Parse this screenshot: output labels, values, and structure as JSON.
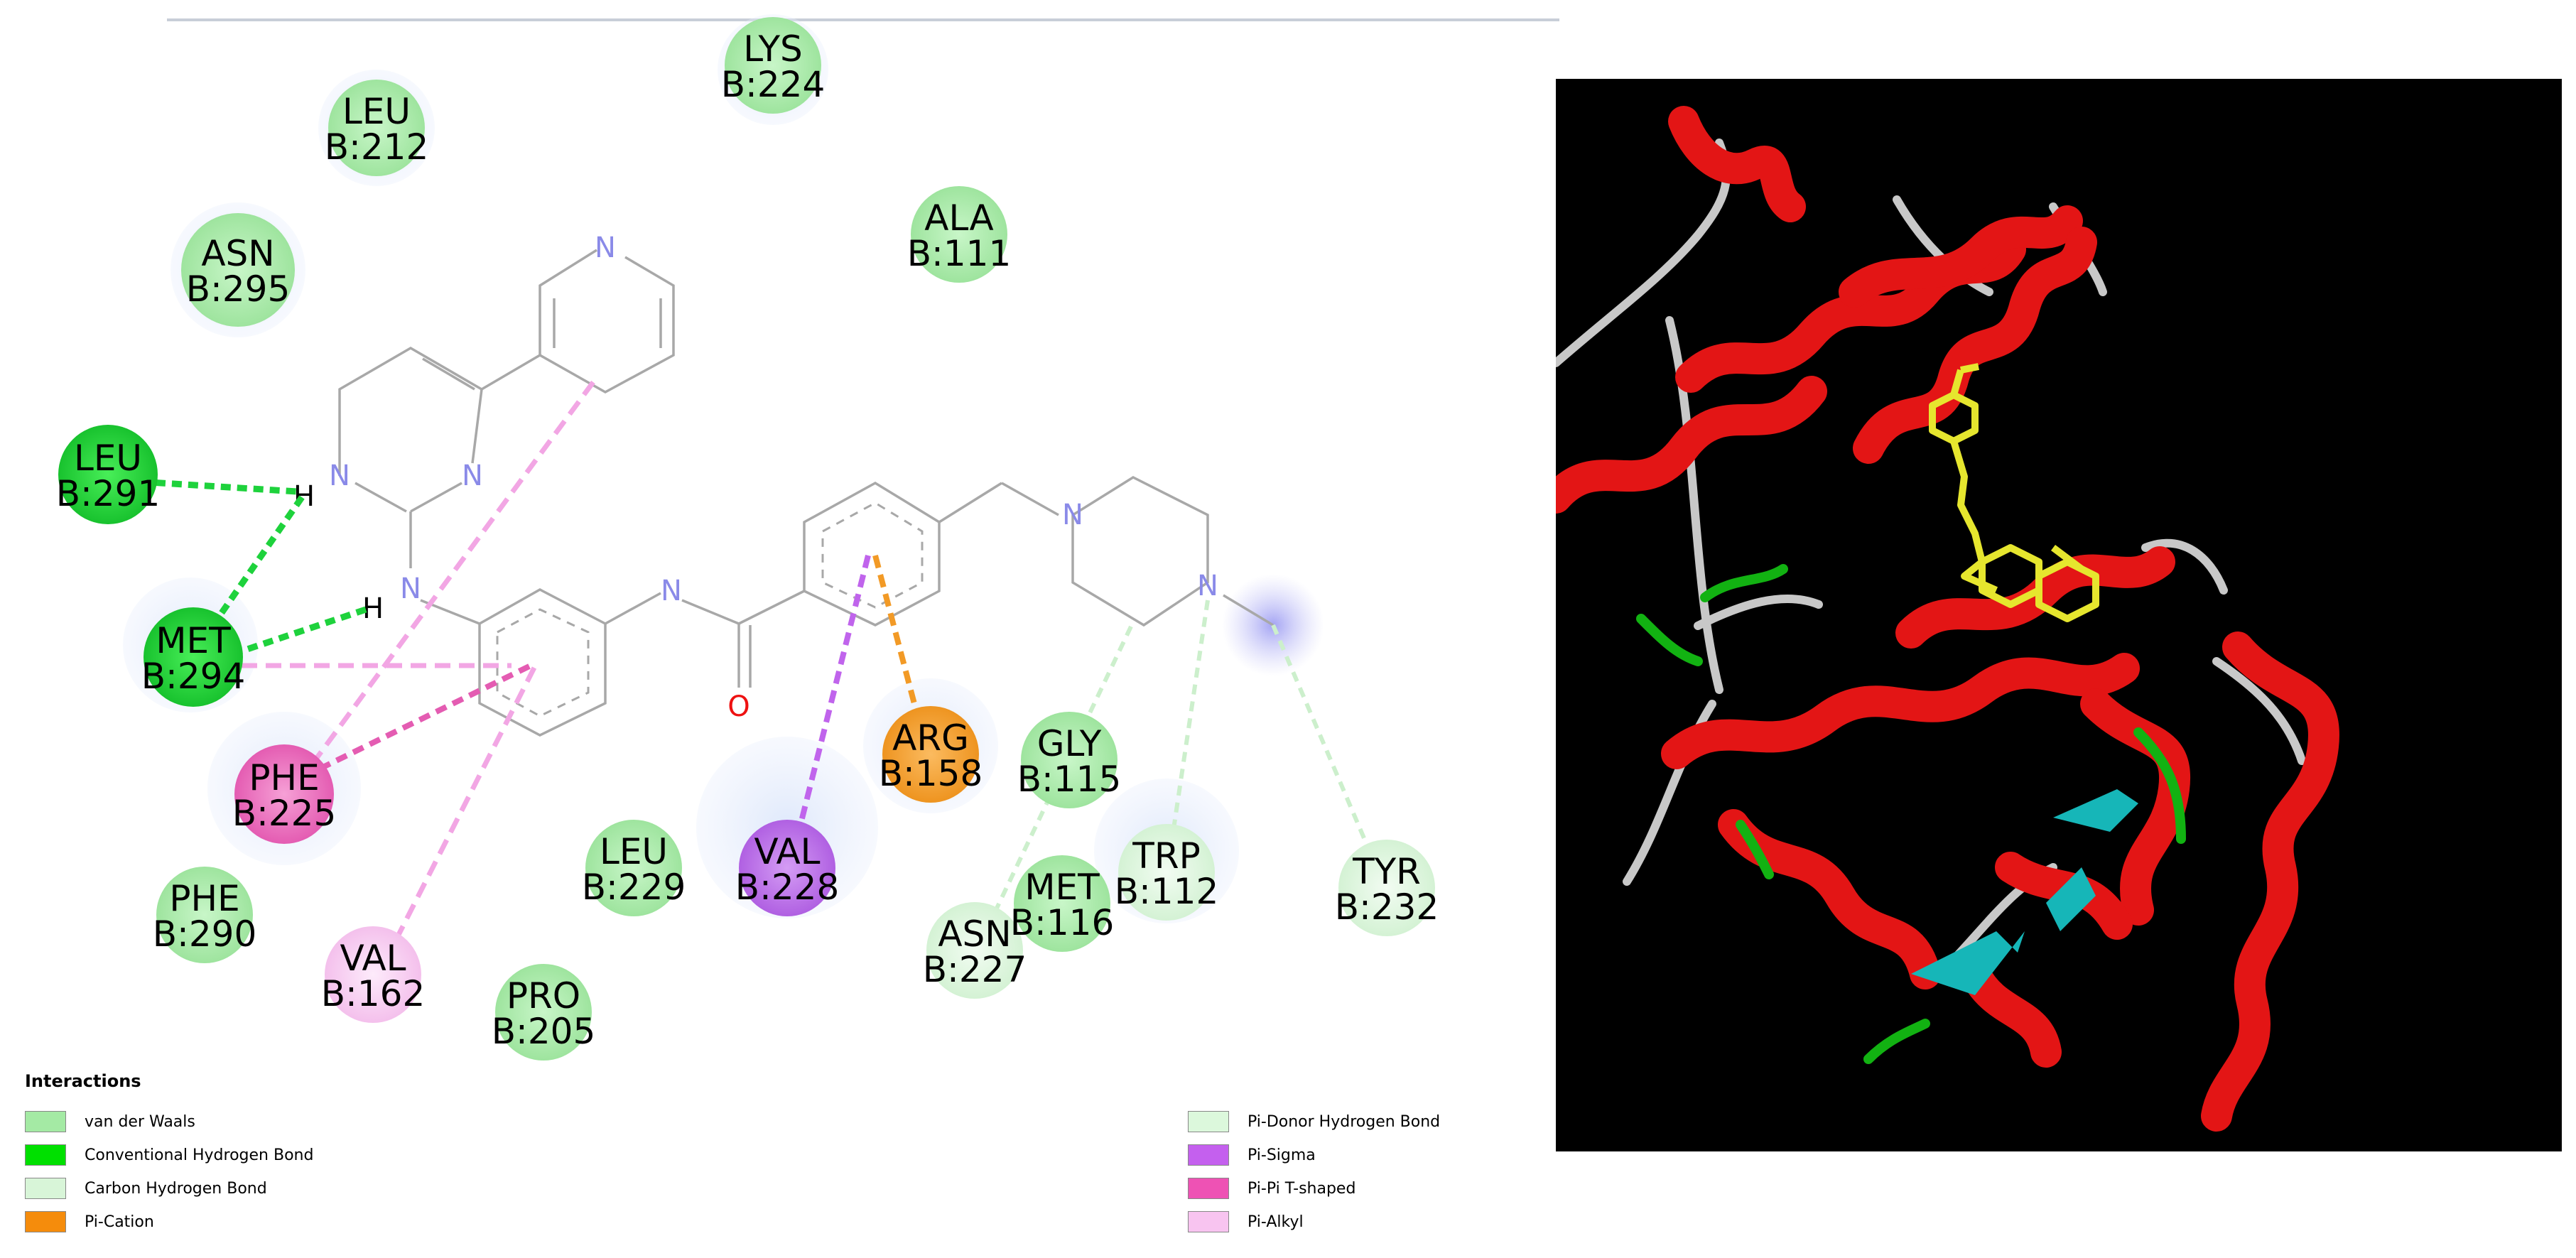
{
  "residues": [
    {
      "id": "leu212",
      "name": "LEU",
      "chain": "B:212",
      "type": "vdw"
    },
    {
      "id": "lys224",
      "name": "LYS",
      "chain": "B:224",
      "type": "vdw"
    },
    {
      "id": "ala111",
      "name": "ALA",
      "chain": "B:111",
      "type": "vdw"
    },
    {
      "id": "asn295",
      "name": "ASN",
      "chain": "B:295",
      "type": "vdw"
    },
    {
      "id": "leu291",
      "name": "LEU",
      "chain": "B:291",
      "type": "hbond"
    },
    {
      "id": "met294",
      "name": "MET",
      "chain": "B:294",
      "type": "hbond"
    },
    {
      "id": "phe225",
      "name": "PHE",
      "chain": "B:225",
      "type": "pipi"
    },
    {
      "id": "phe290",
      "name": "PHE",
      "chain": "B:290",
      "type": "vdw"
    },
    {
      "id": "val162",
      "name": "VAL",
      "chain": "B:162",
      "type": "pialkyl"
    },
    {
      "id": "pro205",
      "name": "PRO",
      "chain": "B:205",
      "type": "vdw"
    },
    {
      "id": "leu229",
      "name": "LEU",
      "chain": "B:229",
      "type": "vdw"
    },
    {
      "id": "val228",
      "name": "VAL",
      "chain": "B:228",
      "type": "pisigma"
    },
    {
      "id": "arg158",
      "name": "ARG",
      "chain": "B:158",
      "type": "pication"
    },
    {
      "id": "gly115",
      "name": "GLY",
      "chain": "B:115",
      "type": "vdw"
    },
    {
      "id": "asn227",
      "name": "ASN",
      "chain": "B:227",
      "type": "carbon"
    },
    {
      "id": "met116",
      "name": "MET",
      "chain": "B:116",
      "type": "vdw"
    },
    {
      "id": "trp112",
      "name": "TRP",
      "chain": "B:112",
      "type": "carbon"
    },
    {
      "id": "tyr232",
      "name": "TYR",
      "chain": "B:232",
      "type": "carbon"
    }
  ],
  "atom_labels": {
    "n": "N",
    "h": "H",
    "o": "O"
  },
  "legend": {
    "title": "Interactions",
    "items": [
      {
        "label": "van der Waals",
        "color": "#a4eaa4"
      },
      {
        "label": "Conventional Hydrogen Bond",
        "color": "#00e000"
      },
      {
        "label": "Carbon Hydrogen Bond",
        "color": "#d8f5d8"
      },
      {
        "label": "Pi-Cation",
        "color": "#f58c0c"
      },
      {
        "label": "Pi-Donor Hydrogen Bond",
        "color": "#dcf8dc"
      },
      {
        "label": "Pi-Sigma",
        "color": "#c460ee"
      },
      {
        "label": "Pi-Pi T-shaped",
        "color": "#ee52b4"
      },
      {
        "label": "Pi-Alkyl",
        "color": "#f8c4f0"
      }
    ]
  },
  "colors": {
    "vdw": "#a4eaa4",
    "hbond": "#1ed23c",
    "carbon": "#dcf5dc",
    "pication": "#f2a030",
    "pisigma": "#b865e6",
    "pipi": "#ec66ba",
    "pialkyl": "#f8caf0",
    "bond": "#a8a8a8",
    "nitrogen": "#8a8ae8",
    "oxygen": "#ee1111",
    "helix": "#e31515",
    "coil": "#c8c8c8",
    "sheet": "#16b6b8",
    "turn": "#12b212",
    "ligand": "#e6e62e"
  }
}
